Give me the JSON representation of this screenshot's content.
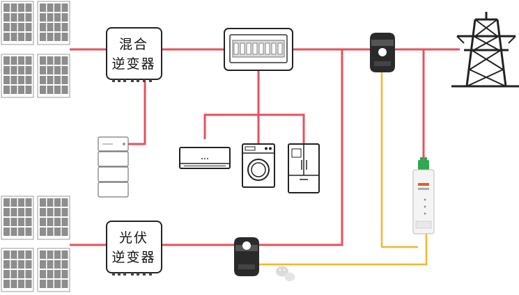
{
  "hybrid_inverter": {
    "line1": "混合",
    "line2": "逆变器"
  },
  "pv_inverter": {
    "line1": "光伏",
    "line2": "逆变器"
  },
  "colors": {
    "power_line": "#e8505b",
    "signal_line": "#f5b52c",
    "device_stroke": "#222222",
    "meter_accent": "#e35d2a",
    "terminal_green": "#2fa84f"
  },
  "icons": {
    "pv_panel": "solar-panel-icon",
    "grid": "transmission-tower-icon",
    "battery": "battery-stack-icon",
    "breaker_box": "distribution-box-icon",
    "ct_clamp": "current-transformer-icon",
    "smart_meter": "din-rail-meter-icon",
    "air_conditioner": "air-conditioner-icon",
    "washer": "washing-machine-icon",
    "fridge": "refrigerator-icon",
    "watermark": "wechat-logo-icon"
  }
}
